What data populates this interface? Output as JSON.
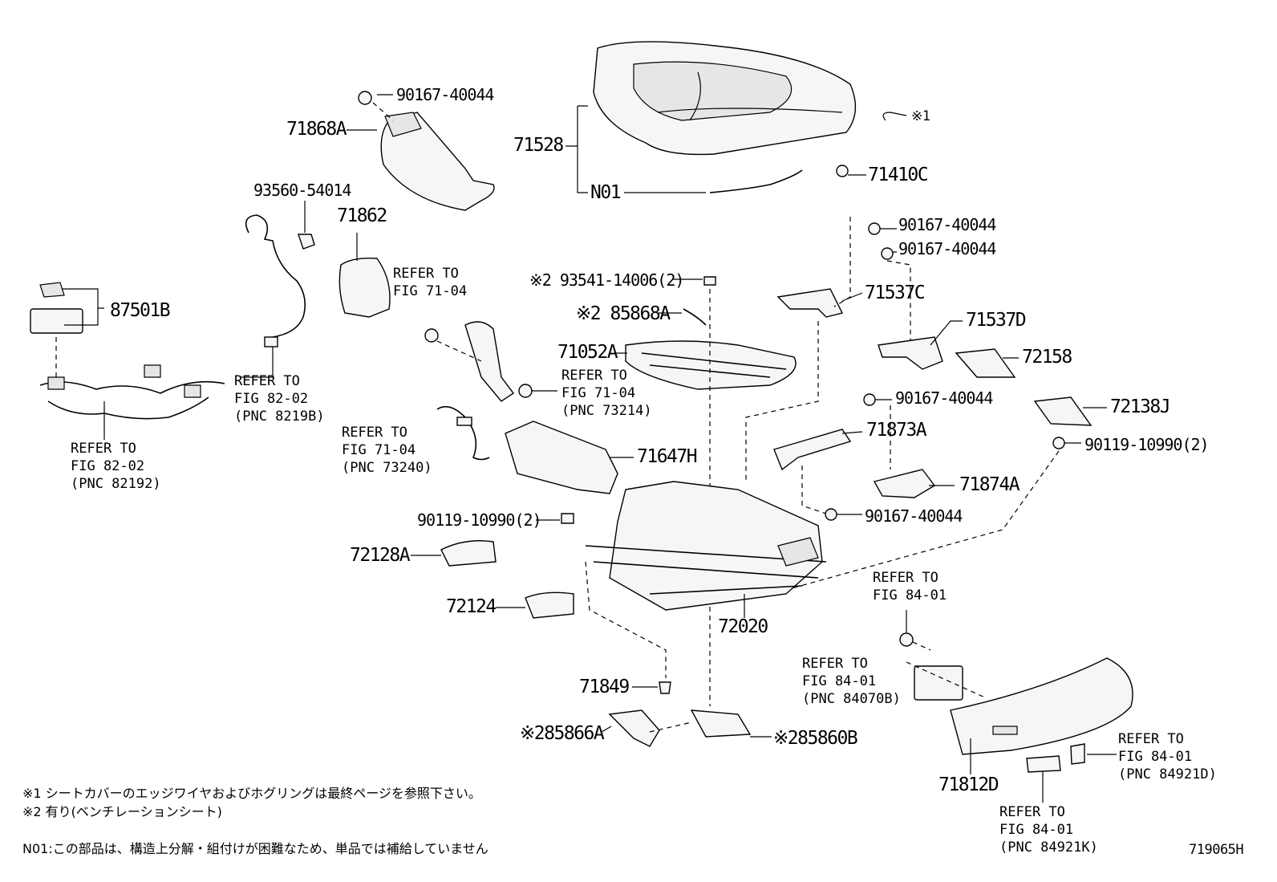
{
  "parts": {
    "p71528": "71528",
    "pN01": "N01",
    "p71410C": "71410C",
    "pMark1": "※1",
    "p90167_top": "90167-40044",
    "p71868A": "71868A",
    "p93560": "93560-54014",
    "p71862": "71862",
    "p87501B": "87501B",
    "p93541": "※2 93541-14006(2)",
    "p85868A": "※2 85868A",
    "p71052A": "71052A",
    "p90167_r1": "90167-40044",
    "p90167_r2": "90167-40044",
    "p71537C": "71537C",
    "p71537D": "71537D",
    "p72158": "72158",
    "p90167_r3": "90167-40044",
    "p71873A": "71873A",
    "p72138J": "72138J",
    "p90119_r": "90119-10990(2)",
    "p71874A": "71874A",
    "p90167_r4": "90167-40044",
    "p71647H": "71647H",
    "p90119_l": "90119-10990(2)",
    "p72128A": "72128A",
    "p72124": "72124",
    "p72020": "72020",
    "p71849": "71849",
    "p85866A": "※285866A",
    "p85860B": "※285860B",
    "p71812D": "71812D"
  },
  "refs": {
    "r_fig8202_harness": "REFER TO\nFIG 82-02\n(PNC 8219B)",
    "r_fig8202_main": "REFER TO\nFIG 82-02\n(PNC 82192)",
    "r_fig7104_a": "REFER TO\nFIG 71-04",
    "r_fig7104_b": "REFER TO\nFIG 71-04\n(PNC 73214)",
    "r_fig7104_c": "REFER TO\nFIG 71-04\n(PNC 73240)",
    "r_fig8401_a": "REFER TO\nFIG 84-01",
    "r_fig8401_b": "REFER TO\nFIG 84-01\n(PNC 84070B)",
    "r_fig8401_c": "REFER TO\nFIG 84-01\n(PNC 84921D)",
    "r_fig8401_d": "REFER TO\nFIG 84-01\n(PNC 84921K)"
  },
  "notes": {
    "note1": "※1 シートカバーのエッジワイヤおよびホグリングは最終ページを参照下さい。",
    "note2": "※2 有り(ベンチレーションシート)",
    "noteN01": "N01:この部品は、構造上分解・組付けが困難なため、単品では補給していません"
  },
  "figure_id": "719065H"
}
